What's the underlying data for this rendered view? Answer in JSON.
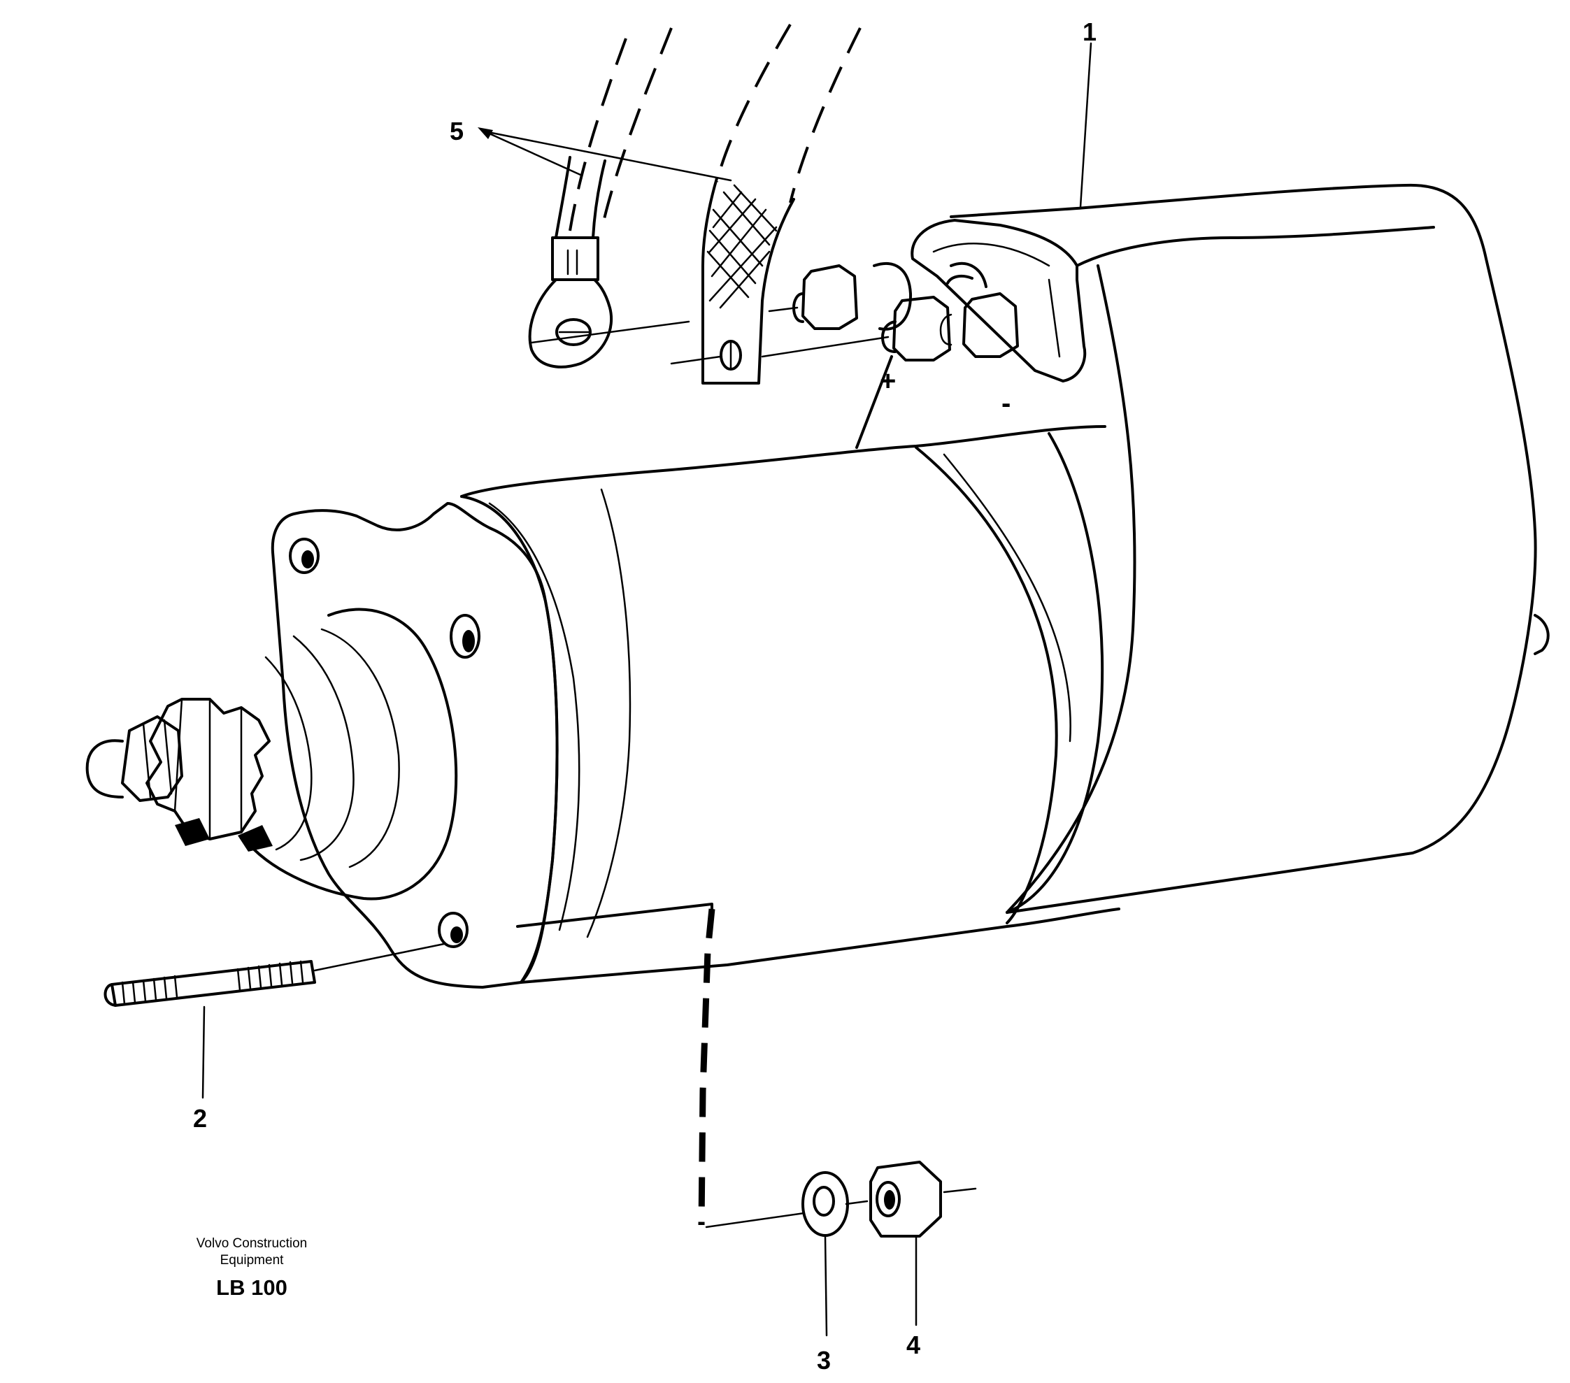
{
  "diagram": {
    "callouts": {
      "part_1": "1",
      "part_2": "2",
      "part_3": "3",
      "part_4": "4",
      "part_5": "5"
    },
    "terminals": {
      "positive": "+",
      "negative": "-"
    },
    "footer": {
      "brand_line_1": "Volvo Construction",
      "brand_line_2": "Equipment",
      "doc_code": "LB 100"
    }
  }
}
